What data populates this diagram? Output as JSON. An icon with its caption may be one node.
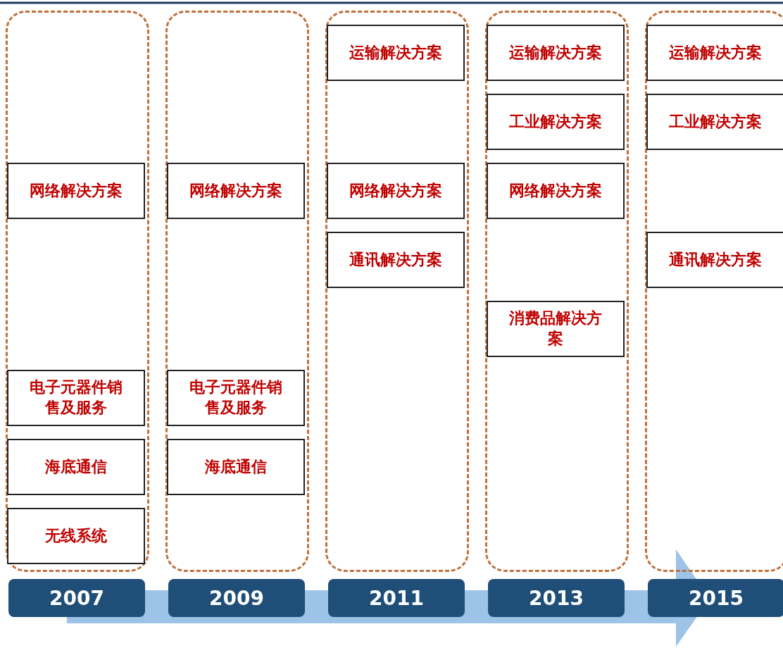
{
  "diagram": {
    "nodes": [
      {
        "text": [],
        "shape": "box"
      },
      {
        "text": [
          "网络解决方案"
        ],
        "in": 0
      },
      {
        "text": [
          "电子元器件销售及服务"
        ],
        "in": 0
      },
      {
        "text": [
          "海底通信"
        ],
        "in": 0
      },
      {
        "text": [
          "无线系统"
        ],
        "in": 0
      },
      {
        "text": [],
        "shape": "box"
      },
      {
        "text": [
          "网络解决方案"
        ],
        "in": 5
      },
      {
        "text": [
          "电子元器件销售及服务"
        ],
        "in": 5
      },
      {
        "text": [
          "海底通信"
        ],
        "in": 5
      },
      {
        "text": [],
        "shape": "box"
      },
      {
        "text": [
          "运输解决方案"
        ],
        "in": 9
      },
      {
        "text": [
          "网络解决方案"
        ],
        "in": 9
      },
      {
        "text": [
          "通讯解决方案"
        ],
        "in": 9
      },
      {
        "text": [],
        "shape": "box"
      },
      {
        "text": [
          "运输解决方案"
        ],
        "in": 13
      },
      {
        "text": [
          "工业解决方案"
        ],
        "in": 13
      },
      {
        "text": [
          "网络解决方案"
        ],
        "in": 13
      },
      {
        "text": [
          "消费品解决方案"
        ],
        "in": 13
      },
      {
        "text": [],
        "shape": "box"
      },
      {
        "text": [
          "运输解决方案"
        ],
        "in": 18
      },
      {
        "text": [
          "工业解决方案"
        ],
        "in": 18
      },
      {
        "text": [
          "通讯解决方案"
        ],
        "in": 18
      },
      {
        "text": [
          "2007"
        ]
      },
      {
        "text": [
          "2009"
        ]
      },
      {
        "text": [
          "2011"
        ]
      },
      {
        "text": [
          "2013"
        ]
      },
      {
        "text": [
          "2015"
        ]
      }
    ]
  }
}
